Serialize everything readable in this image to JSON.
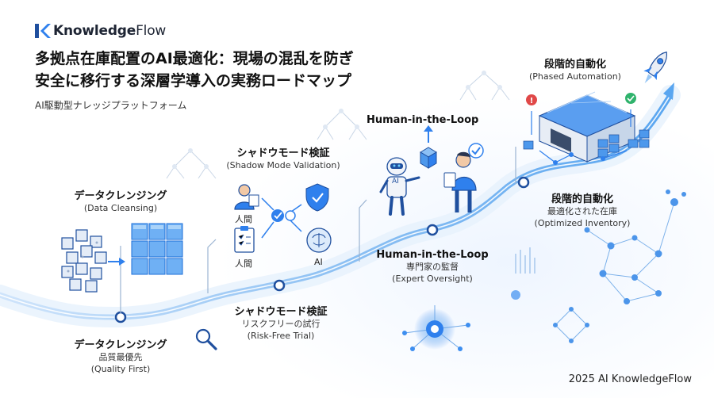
{
  "brand": {
    "name_bold": "Knowledge",
    "name_regular": "Flow"
  },
  "title": {
    "line1": "多拠点在庫配置のAI最適化：現場の混乱を防ぎ",
    "line2": "安全に移行する深層学導入の実務ロードマップ"
  },
  "subtitle": "AI駆動型ナレッジプラットフォーム",
  "stages": {
    "data_cleansing": {
      "upper_label": "データクレンジング",
      "upper_en": "(Data Cleansing)",
      "lower_label": "データクレンジング",
      "lower_jp": "品質最優先",
      "lower_en": "(Quality First)"
    },
    "shadow_mode": {
      "upper_label": "シャドウモード検証",
      "upper_en": "(Shadow Mode Validation)",
      "human_label_top": "人間",
      "human_label_bottom": "人間",
      "ai_label": "AI",
      "lower_label": "シャドウモード検証",
      "lower_jp": "リスクフリーの試行",
      "lower_en": "(Risk-Free Trial)"
    },
    "human_in_loop": {
      "upper_label": "Human-in-the-Loop",
      "ai_badge": "AI",
      "lower_label": "Human-in-the-Loop",
      "lower_jp": "専門家の監督",
      "lower_en": "(Expert Oversight)"
    },
    "phased_automation": {
      "upper_label": "段階的自動化",
      "upper_en": "(Phased Automation)",
      "lower_label": "段階的自動化",
      "lower_jp": "最適化された在庫",
      "lower_en": "(Optimized Inventory)"
    }
  },
  "footer": "2025 AI KnowledgeFlow",
  "colors": {
    "accent": "#2f80ed",
    "dark_blue": "#1f4f9e",
    "path": "#9cc8f5",
    "text": "#111111"
  },
  "icons": [
    "logo-mark-icon",
    "cube-cluster-icon",
    "person-icon",
    "checklist-icon",
    "shield-check-icon",
    "brain-icon",
    "robot-icon",
    "box-icon",
    "warehouse-icon",
    "rocket-icon",
    "magnifier-icon",
    "network-icon"
  ]
}
